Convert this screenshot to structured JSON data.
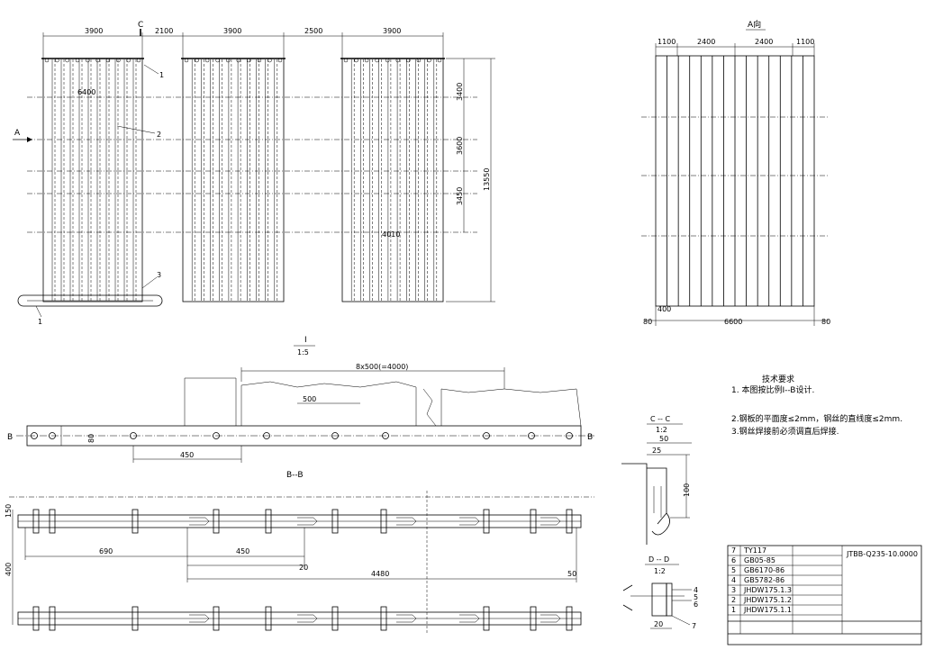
{
  "top_views": {
    "dims_top": [
      "3900",
      "2100",
      "3900",
      "2500",
      "3900"
    ],
    "section_mark_c": "C",
    "dim_6400": "6400",
    "dim_4010": "4010",
    "height_dims": [
      "3400",
      "3600",
      "3450"
    ],
    "total_height": "13550",
    "view_a_arrow": "A",
    "callouts": [
      "1",
      "2",
      "3",
      "1"
    ]
  },
  "view_a": {
    "title": "A向",
    "dims_top": [
      "1100",
      "2400",
      "2400",
      "1100"
    ],
    "dims_bottom": [
      "400",
      "6600",
      "80",
      "80"
    ]
  },
  "detail_i": {
    "title": "I",
    "scale": "1:5",
    "dim_span": "8x500(=4000)",
    "dim_500": "500",
    "dim_450": "450",
    "dim_80": "80",
    "section_b": "B"
  },
  "section_bb": {
    "title": "B--B",
    "dims": [
      "690",
      "450",
      "20",
      "4480",
      "50",
      "150",
      "400"
    ]
  },
  "notes": {
    "title": "技术要求",
    "line1": "1. 本图按比例I--B设计.",
    "line2": "2.钢板的平面度≤2mm，钢丝的直线度≤2mm.",
    "line3": "3.钢丝焊接前必须调直后焊接."
  },
  "section_cc": {
    "title": "C -- C",
    "scale": "1:2",
    "dims": [
      "50",
      "25",
      "100"
    ]
  },
  "section_dd": {
    "title": "D -- D",
    "scale": "1:2",
    "dims": [
      "4",
      "5",
      "6",
      "20",
      "7"
    ]
  },
  "parts_table": {
    "rows": [
      {
        "no": "7",
        "code": "TY117"
      },
      {
        "no": "6",
        "code": "GB05-85"
      },
      {
        "no": "5",
        "code": "GB6170-86"
      },
      {
        "no": "4",
        "code": "GB5782-86"
      },
      {
        "no": "3",
        "code": "JHDW175.1.3"
      },
      {
        "no": "2",
        "code": "JHDW175.1.2"
      },
      {
        "no": "1",
        "code": "JHDW175.1.1"
      }
    ],
    "title_code": "JTBB-Q235-10.0000"
  }
}
